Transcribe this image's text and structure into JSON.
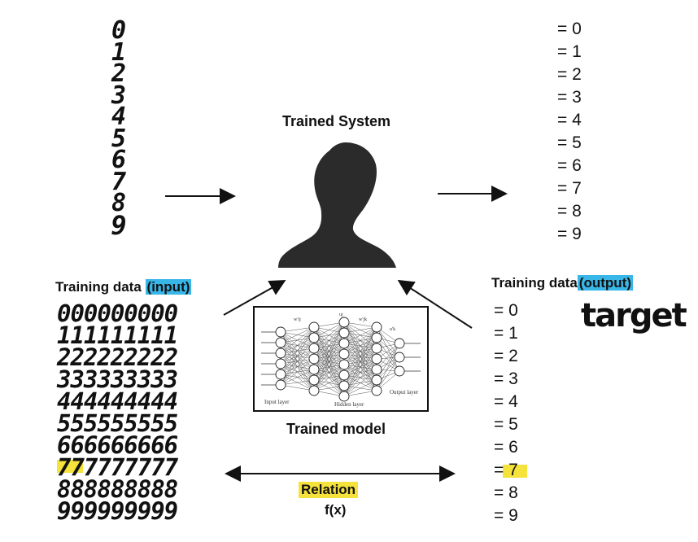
{
  "input_digits": [
    "0",
    "1",
    "2",
    "3",
    "4",
    "5",
    "6",
    "7",
    "8",
    "9"
  ],
  "output_values": [
    "= 0",
    "= 1",
    "= 2",
    "= 3",
    "= 4",
    "= 5",
    "= 6",
    "= 7",
    "= 8",
    "= 9"
  ],
  "trained_system": {
    "title": "Trained System"
  },
  "training_input": {
    "label_prefix": "Training data ",
    "label_highlight": "(input)",
    "rows": [
      "000000000",
      "111111111",
      "222222222",
      "333333333",
      "444444444",
      "555555555",
      "666666666",
      "777777777",
      "888888888",
      "999999999"
    ]
  },
  "training_output": {
    "label_prefix": "Training data",
    "label_highlight": "(output)",
    "values": [
      "= 0",
      "= 1",
      "= 2",
      "= 3",
      "= 4",
      "= 5",
      "= 6",
      "= 7",
      "= 8",
      "= 9"
    ],
    "annotation": "target"
  },
  "model": {
    "title": "Trained model",
    "input_layer": "Input layer",
    "hidden_layer": "Hidden layer",
    "output_layer": "Output layer",
    "weight_ij": "w'ij",
    "weight_jk": "w'jk",
    "node_j": "uj",
    "node_k": "u'k"
  },
  "relation": {
    "label": "Relation",
    "function": "f(x)"
  },
  "colors": {
    "highlight_blue": "#38b6e8",
    "highlight_yellow": "#f5e23a",
    "silhouette": "#2b2b2b"
  }
}
